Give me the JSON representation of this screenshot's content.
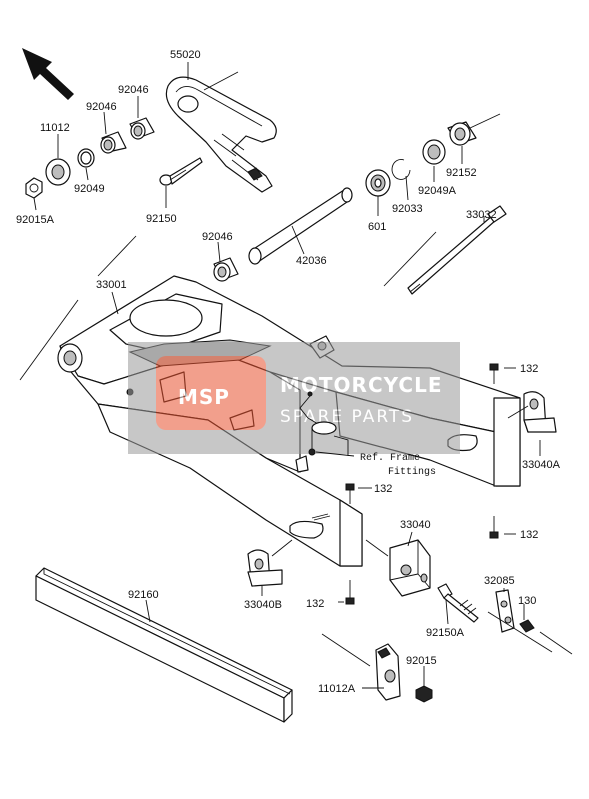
{
  "watermark": {
    "logo_text": "MSP",
    "line1": "MOTORCYCLE",
    "line2": "SPARE PARTS",
    "color": "#e8522f"
  },
  "reference_note": {
    "line1": "Ref. Frame",
    "line2": "Fittings"
  },
  "part_numbers": {
    "p55020": "55020",
    "p92046_a": "92046",
    "p92046_b": "92046",
    "p92046_c": "92046",
    "p11012": "11012",
    "p92049": "92049",
    "p92015A": "92015A",
    "p92150": "92150",
    "p92049A": "92049A",
    "p92152": "92152",
    "p92033": "92033",
    "p601": "601",
    "p42036": "42036",
    "p33032": "33032",
    "p33001": "33001",
    "p132_a": "132",
    "p132_b": "132",
    "p132_c": "132",
    "p132_d": "132",
    "p33040A": "33040A",
    "p33040": "33040",
    "p33040B": "33040B",
    "p92160": "92160",
    "p32085": "32085",
    "p130": "130",
    "p92150A": "92150A",
    "p92015": "92015",
    "p11012A": "11012A"
  },
  "icons": {
    "front_arrow": "direction-arrow-icon"
  }
}
